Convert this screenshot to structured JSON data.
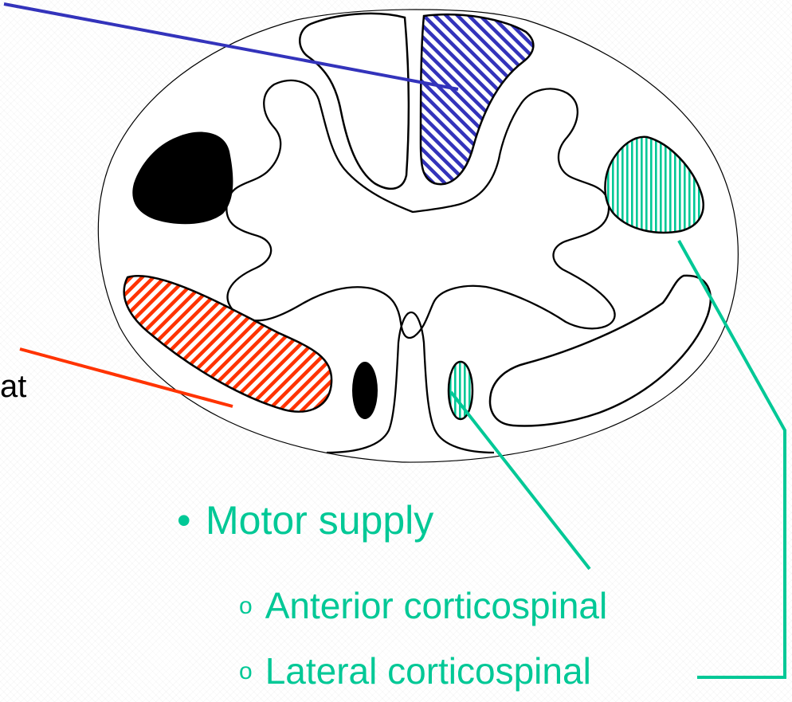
{
  "partial_label": "at",
  "motor_supply": {
    "heading": "Motor supply",
    "bullet": "•",
    "sub_marker": "o",
    "items": [
      "Anterior corticospinal",
      "Lateral corticospinal"
    ]
  },
  "colors": {
    "dorsal_tract": "#3333bb",
    "spinothalamic_tract": "#ff3300",
    "corticospinal_tract": "#00c896",
    "outline": "#000000",
    "text": "#000000"
  }
}
